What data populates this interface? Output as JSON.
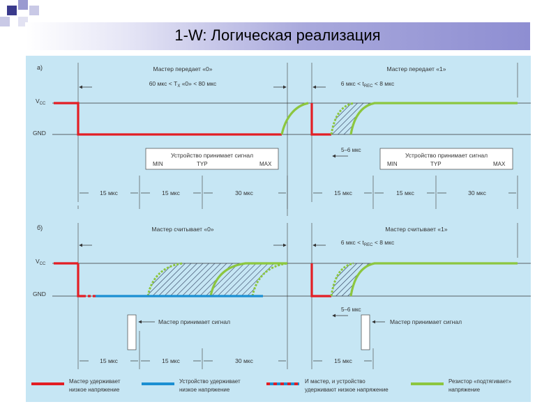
{
  "slide": {
    "title": "1-W: Логическая реализация"
  },
  "diagram": {
    "section_a": {
      "label": "а)",
      "master_sends_0": "Мастер передает «0»",
      "master_sends_1": "Мастер передает «1»",
      "timing_0_prefix": "60 мкс < T",
      "timing_0_sub": "X",
      "timing_0_suffix": " «0» < 80 мкс",
      "timing_1_prefix": "6 мкс < t",
      "timing_1_sub": "REC",
      "timing_1_suffix": " < 8 мкс",
      "vcc": "V",
      "vcc_sub": "CC",
      "gnd": "GND",
      "device_receives_1": "Устройство принимает сигнал",
      "device_receives_2": "Устройство принимает сигнал",
      "min": "MIN",
      "typ": "TYP",
      "max": "MAX",
      "min2": "MIN",
      "typ2": "TYP",
      "max2": "MAX",
      "gap": "5–6 мкс",
      "d15a": "15 мкс",
      "d15b": "15 мкс",
      "d30a": "30 мкс",
      "d15c": "15 мкс",
      "d15d": "15 мкс",
      "d30b": "30 мкс"
    },
    "section_b": {
      "label": "б)",
      "master_reads_0": "Мастер считывает «0»",
      "master_reads_1": "Мастер считывает «1»",
      "timing_1_prefix": "6 мкс < t",
      "timing_1_sub": "REC",
      "timing_1_suffix": " < 8 мкс",
      "vcc": "V",
      "vcc_sub": "CC",
      "gnd": "GND",
      "gap": "5–6 мкс",
      "master_receives_1": "Мастер принимает сигнал",
      "master_receives_2": "Мастер принимает сигнал",
      "d15a": "15 мкс",
      "d15b": "15 мкс",
      "d30": "30 мкс",
      "d15c": "15 мкс"
    },
    "legend": {
      "red_1": "Мастер удерживает",
      "red_2": "низкое напряжение",
      "blue_1": "Устройство удерживает",
      "blue_2": "низкое напряжение",
      "mix_1": "И мастер, и устройство",
      "mix_2": "удерживают низкое напряжение",
      "green_1": "Резистор «подтягивает»",
      "green_2": "напряжение"
    },
    "colors": {
      "master": "#e31e24",
      "device": "#1b8fd2",
      "pullup": "#8cc63f",
      "panel": "#c6e6f4"
    }
  }
}
